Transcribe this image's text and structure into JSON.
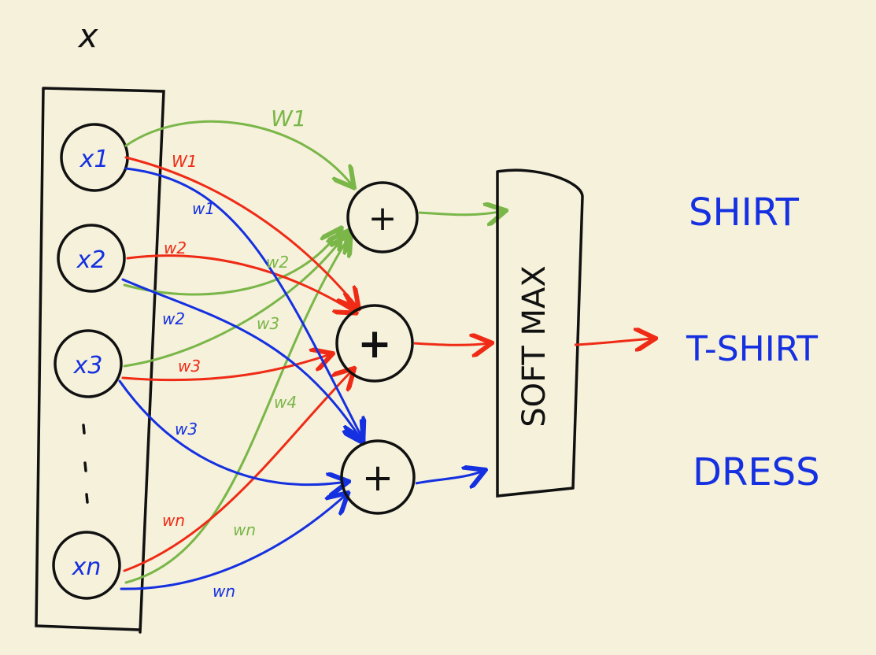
{
  "input_label": "x",
  "inputs": [
    {
      "label": "x1"
    },
    {
      "label": "x2"
    },
    {
      "label": "x3"
    },
    {
      "label": "xn"
    }
  ],
  "sum_nodes": [
    {
      "symbol": "+",
      "color": "#7ab648"
    },
    {
      "symbol": "+",
      "color": "#ef2b16"
    },
    {
      "symbol": "+",
      "color": "#1530e0"
    }
  ],
  "weights": {
    "green": [
      "W1",
      "w2",
      "w3",
      "w4",
      "wn"
    ],
    "red": [
      "W1",
      "w2",
      "w3",
      "wn"
    ],
    "blue": [
      "w1",
      "w2",
      "w3",
      "wn"
    ]
  },
  "softmax_label": "SOFT MAX",
  "outputs": [
    "SHIRT",
    "T-SHIRT",
    "DRESS"
  ],
  "colors": {
    "background": "#f5f1db",
    "ink": "#111111",
    "green": "#7ab648",
    "red": "#ef2b16",
    "blue": "#1530e0"
  }
}
